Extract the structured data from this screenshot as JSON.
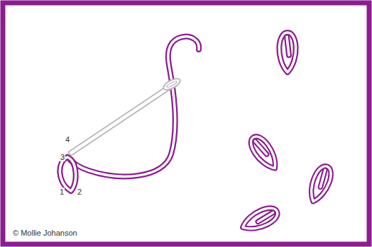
{
  "diagram": {
    "labels": [
      "4",
      "3",
      "1",
      "2",
      "© Mollie Johanson"
    ]
  }
}
